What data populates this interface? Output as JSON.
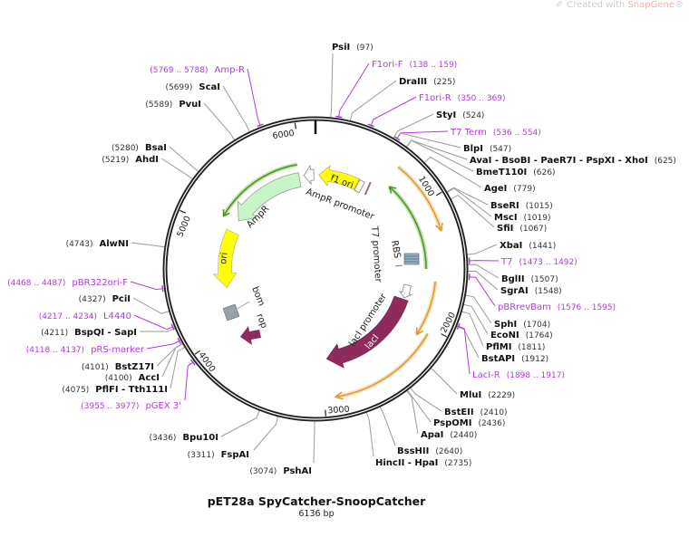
{
  "watermark": {
    "prefix": "Created with ",
    "brand": "SnapGene",
    "suffix": "®"
  },
  "map": {
    "title": "pET28a SpyCatcher-SnoopCatcher",
    "length_bp": 6136,
    "length_label": "6136 bp",
    "ticks": [
      "1000",
      "2000",
      "3000",
      "4000",
      "5000",
      "6000"
    ]
  },
  "colors": {
    "primer": "#b03be0",
    "enzyme": "#111111",
    "ori": "#ffff00",
    "ampr": "#c8f5c8",
    "laci": "#8e2a5c",
    "orf_orange": "#e09a2a",
    "orf_green": "#4a9a1a"
  },
  "sites": [
    {
      "name": "PsiI",
      "pos": "(97)",
      "bp": 97,
      "type": "enzyme"
    },
    {
      "name": "F1ori-F",
      "pos": "(138 .. 159)",
      "bp": 148,
      "type": "primer"
    },
    {
      "name": "DraIII",
      "pos": "(225)",
      "bp": 225,
      "type": "enzyme"
    },
    {
      "name": "F1ori-R",
      "pos": "(350 .. 369)",
      "bp": 360,
      "type": "primer"
    },
    {
      "name": "StyI",
      "pos": "(524)",
      "bp": 524,
      "type": "enzyme"
    },
    {
      "name": "T7 Term",
      "pos": "(536 .. 554)",
      "bp": 545,
      "type": "primer"
    },
    {
      "name": "BlpI",
      "pos": "(547)",
      "bp": 547,
      "type": "enzyme"
    },
    {
      "name": "AvaI - BsoBI - PaeR7I - PspXI - XhoI",
      "pos": "(625)",
      "bp": 625,
      "type": "enzyme"
    },
    {
      "name": "BmeT110I",
      "pos": "(626)",
      "bp": 626,
      "type": "enzyme"
    },
    {
      "name": "AgeI",
      "pos": "(779)",
      "bp": 779,
      "type": "enzyme"
    },
    {
      "name": "BseRI",
      "pos": "(1015)",
      "bp": 1015,
      "type": "enzyme"
    },
    {
      "name": "MscI",
      "pos": "(1019)",
      "bp": 1019,
      "type": "enzyme"
    },
    {
      "name": "SfiI",
      "pos": "(1067)",
      "bp": 1067,
      "type": "enzyme"
    },
    {
      "name": "XbaI",
      "pos": "(1441)",
      "bp": 1441,
      "type": "enzyme"
    },
    {
      "name": "T7",
      "pos": "(1473 .. 1492)",
      "bp": 1482,
      "type": "primer"
    },
    {
      "name": "BglII",
      "pos": "(1507)",
      "bp": 1507,
      "type": "enzyme"
    },
    {
      "name": "SgrAI",
      "pos": "(1548)",
      "bp": 1548,
      "type": "enzyme"
    },
    {
      "name": "pBRrevBam",
      "pos": "(1576 .. 1595)",
      "bp": 1585,
      "type": "primer"
    },
    {
      "name": "SphI",
      "pos": "(1704)",
      "bp": 1704,
      "type": "enzyme"
    },
    {
      "name": "EcoNI",
      "pos": "(1764)",
      "bp": 1764,
      "type": "enzyme"
    },
    {
      "name": "PflMI",
      "pos": "(1811)",
      "bp": 1811,
      "type": "enzyme"
    },
    {
      "name": "BstAPI",
      "pos": "(1912)",
      "bp": 1912,
      "type": "enzyme"
    },
    {
      "name": "LacI-R",
      "pos": "(1898 .. 1917)",
      "bp": 1907,
      "type": "primer"
    },
    {
      "name": "MluI",
      "pos": "(2229)",
      "bp": 2229,
      "type": "enzyme"
    },
    {
      "name": "BstEII",
      "pos": "(2410)",
      "bp": 2410,
      "type": "enzyme"
    },
    {
      "name": "PspOMI",
      "pos": "(2436)",
      "bp": 2436,
      "type": "enzyme"
    },
    {
      "name": "ApaI",
      "pos": "(2440)",
      "bp": 2440,
      "type": "enzyme"
    },
    {
      "name": "BssHII",
      "pos": "(2640)",
      "bp": 2640,
      "type": "enzyme"
    },
    {
      "name": "HincII - HpaI",
      "pos": "(2735)",
      "bp": 2735,
      "type": "enzyme"
    },
    {
      "name": "PshAI",
      "pos": "(3074)",
      "bp": 3074,
      "type": "enzyme"
    },
    {
      "name": "FspAI",
      "pos": "(3311)",
      "bp": 3311,
      "type": "enzyme"
    },
    {
      "name": "Bpu10I",
      "pos": "(3436)",
      "bp": 3436,
      "type": "enzyme"
    },
    {
      "name": "pGEX 3'",
      "pos": "(3955 .. 3977)",
      "bp": 3966,
      "type": "primer"
    },
    {
      "name": "PflFI - Tth111I",
      "pos": "(4075)",
      "bp": 4075,
      "type": "enzyme"
    },
    {
      "name": "AccI",
      "pos": "(4100)",
      "bp": 4100,
      "type": "enzyme"
    },
    {
      "name": "BstZ17I",
      "pos": "(4101)",
      "bp": 4101,
      "type": "enzyme"
    },
    {
      "name": "pRS-marker",
      "pos": "(4118 .. 4137)",
      "bp": 4127,
      "type": "primer"
    },
    {
      "name": "BspQI - SapI",
      "pos": "(4211)",
      "bp": 4211,
      "type": "enzyme"
    },
    {
      "name": "L4440",
      "pos": "(4217 .. 4234)",
      "bp": 4225,
      "type": "primer"
    },
    {
      "name": "PciI",
      "pos": "(4327)",
      "bp": 4327,
      "type": "enzyme"
    },
    {
      "name": "pBR322ori-F",
      "pos": "(4468 .. 4487)",
      "bp": 4477,
      "type": "primer"
    },
    {
      "name": "AlwNI",
      "pos": "(4743)",
      "bp": 4743,
      "type": "enzyme"
    },
    {
      "name": "AhdI",
      "pos": "(5219)",
      "bp": 5219,
      "type": "enzyme"
    },
    {
      "name": "BsaI",
      "pos": "(5280)",
      "bp": 5280,
      "type": "enzyme"
    },
    {
      "name": "PvuI",
      "pos": "(5589)",
      "bp": 5589,
      "type": "enzyme"
    },
    {
      "name": "ScaI",
      "pos": "(5699)",
      "bp": 5699,
      "type": "enzyme"
    },
    {
      "name": "Amp-R",
      "pos": "(5769 .. 5788)",
      "bp": 5778,
      "type": "primer"
    }
  ],
  "features": {
    "f1_ori": "f1 ori",
    "ampr_promoter": "AmpR promoter",
    "ampr": "AmpR",
    "ori": "ori",
    "bom": "bom",
    "rop": "rop",
    "rbs": "RBS",
    "t7_promoter": "T7 promoter",
    "laci_promoter": "lacI promoter",
    "laci": "lacI"
  }
}
